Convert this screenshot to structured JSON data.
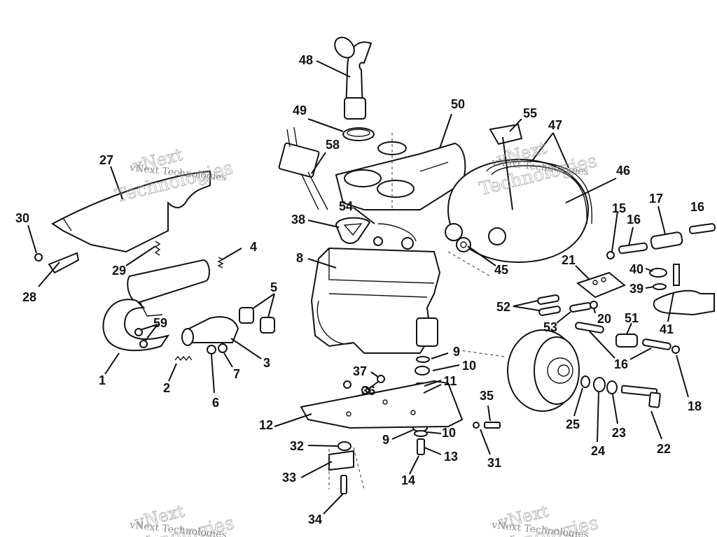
{
  "watermark": {
    "line1": "vNext",
    "line2": "Technologies",
    "small": "vNext Technologies"
  },
  "callouts": [
    {
      "key": "c48",
      "label": "48"
    },
    {
      "key": "c49",
      "label": "49"
    },
    {
      "key": "c50",
      "label": "50"
    },
    {
      "key": "c55",
      "label": "55"
    },
    {
      "key": "c47",
      "label": "47"
    },
    {
      "key": "c46",
      "label": "46"
    },
    {
      "key": "c58",
      "label": "58"
    },
    {
      "key": "c27",
      "label": "27"
    },
    {
      "key": "c30",
      "label": "30"
    },
    {
      "key": "c28",
      "label": "28"
    },
    {
      "key": "c29",
      "label": "29"
    },
    {
      "key": "c4",
      "label": "4"
    },
    {
      "key": "c5",
      "label": "5"
    },
    {
      "key": "c54",
      "label": "54"
    },
    {
      "key": "c38",
      "label": "38"
    },
    {
      "key": "c8",
      "label": "8"
    },
    {
      "key": "c45",
      "label": "45"
    },
    {
      "key": "c15",
      "label": "15"
    },
    {
      "key": "c16a",
      "label": "16"
    },
    {
      "key": "c17",
      "label": "17"
    },
    {
      "key": "c16b",
      "label": "16"
    },
    {
      "key": "c21",
      "label": "21"
    },
    {
      "key": "c40",
      "label": "40"
    },
    {
      "key": "c39",
      "label": "39"
    },
    {
      "key": "c52",
      "label": "52"
    },
    {
      "key": "c20",
      "label": "20"
    },
    {
      "key": "c53",
      "label": "53"
    },
    {
      "key": "c51",
      "label": "51"
    },
    {
      "key": "c41",
      "label": "41"
    },
    {
      "key": "c16c",
      "label": "16"
    },
    {
      "key": "c18",
      "label": "18"
    },
    {
      "key": "c59",
      "label": "59"
    },
    {
      "key": "c1",
      "label": "1"
    },
    {
      "key": "c2",
      "label": "2"
    },
    {
      "key": "c6",
      "label": "6"
    },
    {
      "key": "c7",
      "label": "7"
    },
    {
      "key": "c3",
      "label": "3"
    },
    {
      "key": "c9a",
      "label": "9"
    },
    {
      "key": "c10a",
      "label": "10"
    },
    {
      "key": "c37",
      "label": "37"
    },
    {
      "key": "c36",
      "label": "36"
    },
    {
      "key": "c11",
      "label": "11"
    },
    {
      "key": "c35",
      "label": "35"
    },
    {
      "key": "c12",
      "label": "12"
    },
    {
      "key": "c9b",
      "label": "9"
    },
    {
      "key": "c10b",
      "label": "10"
    },
    {
      "key": "c13",
      "label": "13"
    },
    {
      "key": "c32",
      "label": "32"
    },
    {
      "key": "c31",
      "label": "31"
    },
    {
      "key": "c33",
      "label": "33"
    },
    {
      "key": "c14",
      "label": "14"
    },
    {
      "key": "c34",
      "label": "34"
    },
    {
      "key": "c25",
      "label": "25"
    },
    {
      "key": "c24",
      "label": "24"
    },
    {
      "key": "c23",
      "label": "23"
    },
    {
      "key": "c22",
      "label": "22"
    }
  ]
}
